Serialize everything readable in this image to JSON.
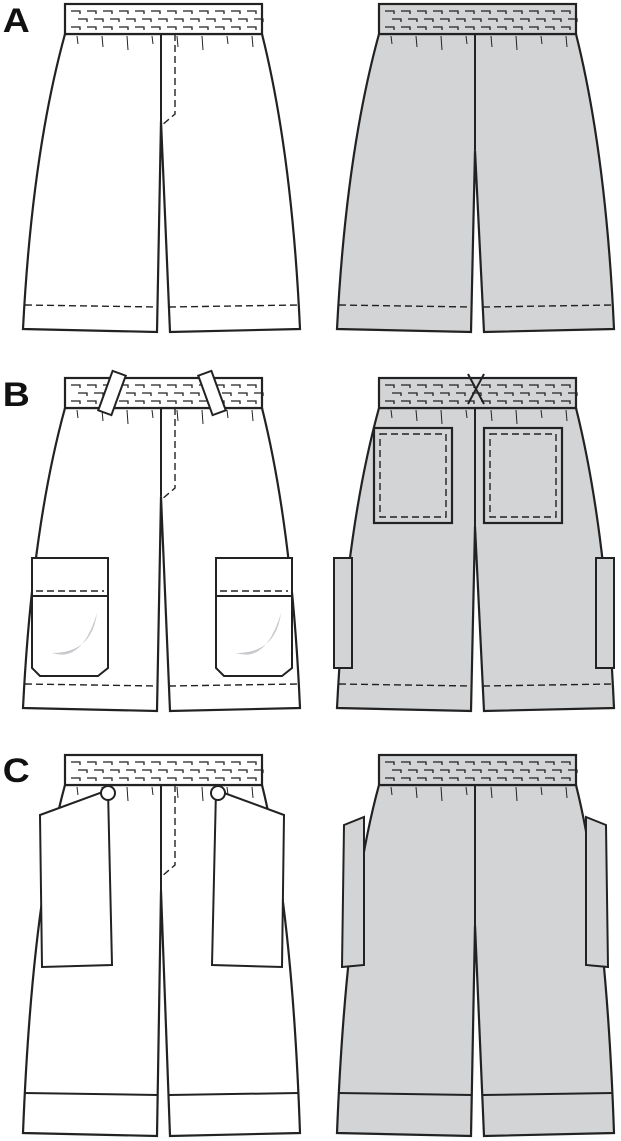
{
  "views": [
    {
      "label": "A",
      "variant": "plain"
    },
    {
      "label": "B",
      "variant": "cargo"
    },
    {
      "label": "C",
      "variant": "cuffed"
    }
  ],
  "colors": {
    "back_fill": "#d3d4d6",
    "front_fill": "#ffffff",
    "line": "#222222",
    "shade": "#c8c9cc"
  }
}
